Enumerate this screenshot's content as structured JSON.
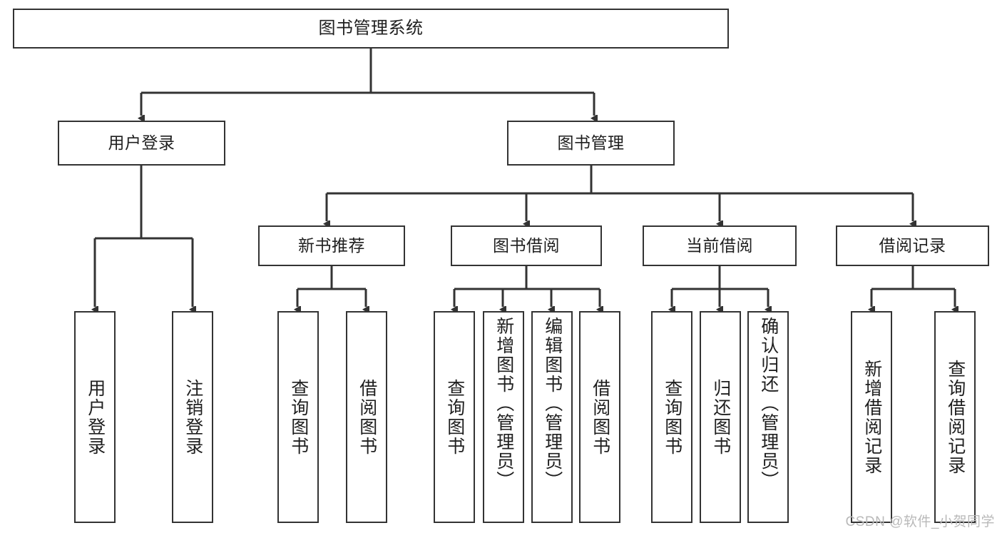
{
  "diagram": {
    "title": "图书管理系统",
    "type": "tree",
    "orientation": "top-down",
    "watermark": "CSDN @软件_小贺同学",
    "colors": {
      "background": "#ffffff",
      "box_border": "#333333",
      "box_fill": "#ffffff",
      "text": "#1f1f1f",
      "connector": "#333333",
      "watermark": "#b9b9b9"
    },
    "nodes": {
      "root": {
        "id": "root",
        "label": "图书管理系统",
        "level": 0,
        "text_direction": "horizontal"
      },
      "level1": [
        {
          "id": "user-login",
          "label": "用户登录",
          "level": 1,
          "text_direction": "horizontal"
        },
        {
          "id": "book-manage",
          "label": "图书管理",
          "level": 1,
          "text_direction": "horizontal"
        }
      ],
      "level2": [
        {
          "id": "new-book-recommend",
          "label": "新书推荐",
          "level": 2,
          "parent": "book-manage",
          "text_direction": "horizontal"
        },
        {
          "id": "book-borrow",
          "label": "图书借阅",
          "level": 2,
          "parent": "book-manage",
          "text_direction": "horizontal"
        },
        {
          "id": "current-borrow",
          "label": "当前借阅",
          "level": 2,
          "parent": "book-manage",
          "text_direction": "horizontal"
        },
        {
          "id": "borrow-record",
          "label": "借阅记录",
          "level": 2,
          "parent": "book-manage",
          "text_direction": "horizontal"
        }
      ],
      "leaves": [
        {
          "id": "leaf-user-login",
          "label": "用户登录",
          "parent": "user-login",
          "text_direction": "vertical"
        },
        {
          "id": "leaf-user-logout",
          "label": "注销登录",
          "parent": "user-login",
          "text_direction": "vertical"
        },
        {
          "id": "leaf-query-book-1",
          "label": "查询图书",
          "parent": "new-book-recommend",
          "text_direction": "vertical"
        },
        {
          "id": "leaf-borrow-book-1",
          "label": "借阅图书",
          "parent": "new-book-recommend",
          "text_direction": "vertical"
        },
        {
          "id": "leaf-query-book-2",
          "label": "查询图书",
          "parent": "book-borrow",
          "text_direction": "vertical"
        },
        {
          "id": "leaf-add-book",
          "label": "新增图书（管理员）",
          "parent": "book-borrow",
          "text_direction": "vertical"
        },
        {
          "id": "leaf-edit-book",
          "label": "编辑图书（管理员）",
          "parent": "book-borrow",
          "text_direction": "vertical"
        },
        {
          "id": "leaf-borrow-book-2",
          "label": "借阅图书",
          "parent": "book-borrow",
          "text_direction": "vertical"
        },
        {
          "id": "leaf-query-book-3",
          "label": "查询图书",
          "parent": "current-borrow",
          "text_direction": "vertical"
        },
        {
          "id": "leaf-return-book",
          "label": "归还图书",
          "parent": "current-borrow",
          "text_direction": "vertical"
        },
        {
          "id": "leaf-confirm-return",
          "label": "确认归还（管理员）",
          "parent": "current-borrow",
          "text_direction": "vertical"
        },
        {
          "id": "leaf-add-record",
          "label": "新增借阅记录",
          "parent": "borrow-record",
          "text_direction": "vertical"
        },
        {
          "id": "leaf-query-record",
          "label": "查询借阅记录",
          "parent": "borrow-record",
          "text_direction": "vertical"
        }
      ]
    }
  }
}
